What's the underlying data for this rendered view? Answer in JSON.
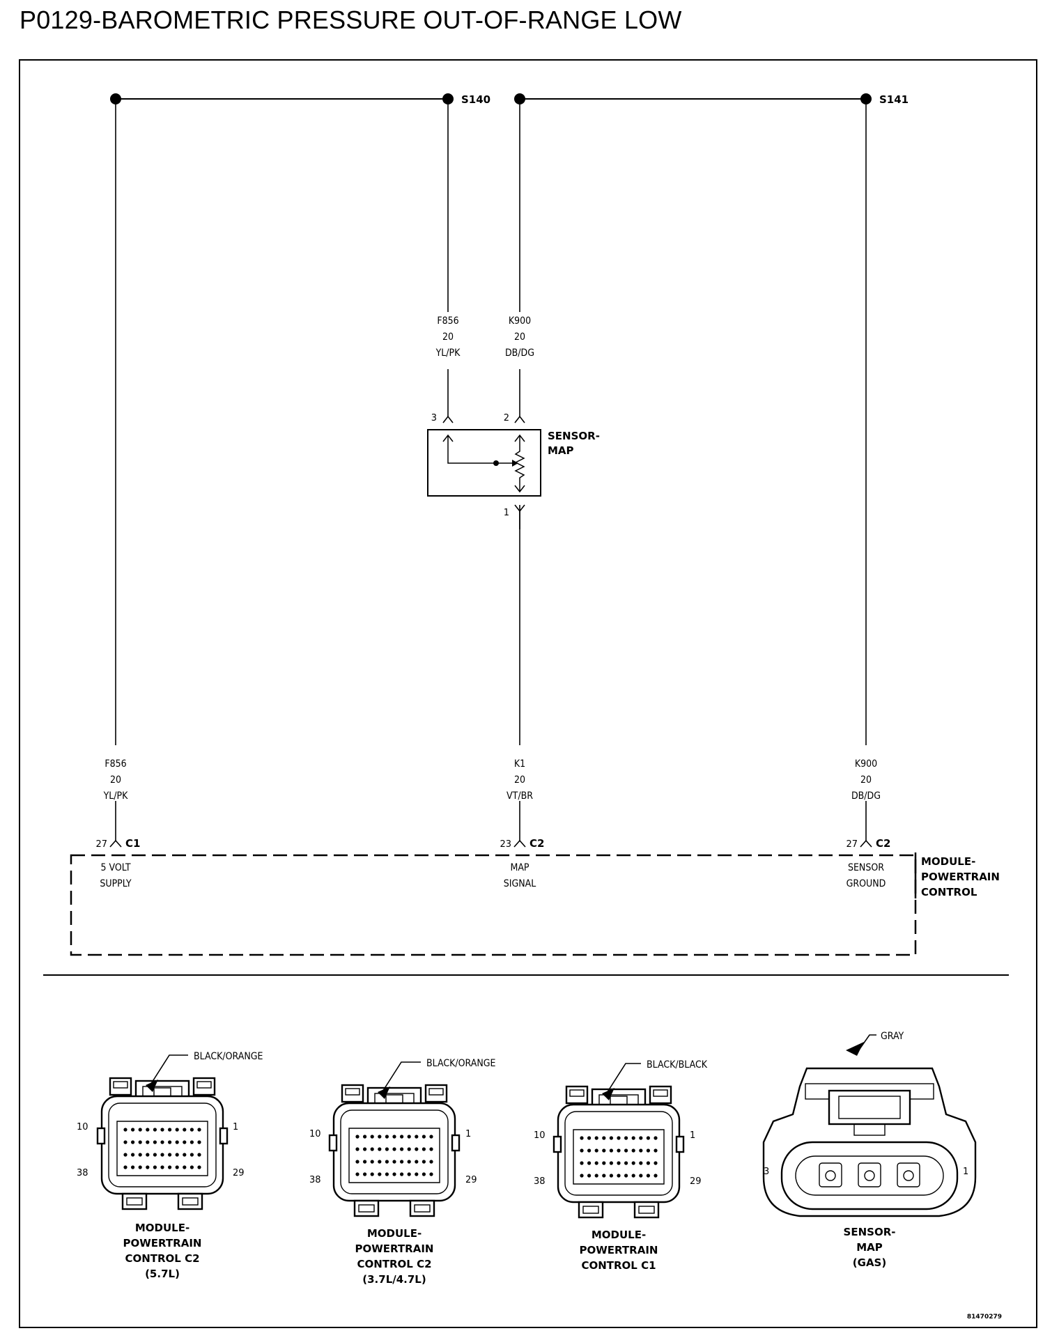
{
  "title": "P0129-BAROMETRIC PRESSURE OUT-OF-RANGE LOW",
  "splices": {
    "left": "S140",
    "right": "S141"
  },
  "sensor_wires": {
    "left": {
      "circuit": "F856",
      "gauge": "20",
      "color": "YL/PK",
      "pin": "3"
    },
    "right": {
      "circuit": "K900",
      "gauge": "20",
      "color": "DB/DG",
      "pin": "2"
    },
    "bottom_pin": "1"
  },
  "sensor_box": {
    "line1": "SENSOR-",
    "line2": "MAP"
  },
  "lower_wires": [
    {
      "circuit": "F856",
      "gauge": "20",
      "color": "YL/PK",
      "pin": "27",
      "connector": "C1",
      "func1": "5 VOLT",
      "func2": "SUPPLY"
    },
    {
      "circuit": "K1",
      "gauge": "20",
      "color": "VT/BR",
      "pin": "23",
      "connector": "C2",
      "func1": "MAP",
      "func2": "SIGNAL"
    },
    {
      "circuit": "K900",
      "gauge": "20",
      "color": "DB/DG",
      "pin": "27",
      "connector": "C2",
      "func1": "SENSOR",
      "func2": "GROUND"
    }
  ],
  "module": {
    "line1": "MODULE-",
    "line2": "POWERTRAIN",
    "line3": "CONTROL"
  },
  "connectors": [
    {
      "color": "BLACK/ORANGE",
      "pin_tl": "10",
      "pin_tr": "1",
      "pin_bl": "38",
      "pin_br": "29",
      "name1": "MODULE-",
      "name2": "POWERTRAIN",
      "name3": "CONTROL C2",
      "name4": "(5.7L)"
    },
    {
      "color": "BLACK/ORANGE",
      "pin_tl": "10",
      "pin_tr": "1",
      "pin_bl": "38",
      "pin_br": "29",
      "name1": "MODULE-",
      "name2": "POWERTRAIN",
      "name3": "CONTROL C2",
      "name4": "(3.7L/4.7L)"
    },
    {
      "color": "BLACK/BLACK",
      "pin_tl": "10",
      "pin_tr": "1",
      "pin_bl": "38",
      "pin_br": "29",
      "name1": "MODULE-",
      "name2": "POWERTRAIN",
      "name3": "CONTROL C1"
    },
    {
      "color": "GRAY",
      "pin_l": "3",
      "pin_r": "1",
      "name1": "SENSOR-",
      "name2": "MAP",
      "name3": "(GAS)"
    }
  ],
  "figure_id": "81470279"
}
